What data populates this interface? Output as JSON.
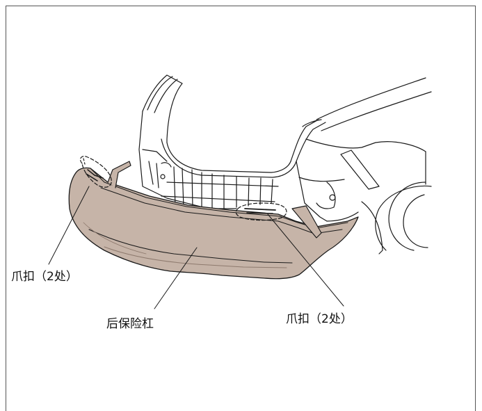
{
  "labels": {
    "clip_left": "爪扣（2处）",
    "bumper": "后保险杠",
    "clip_right": "爪扣（2处）"
  },
  "colors": {
    "bumper_fill": "#c6b4a8",
    "bumper_shade": "#a99589",
    "line": "#1a1a1a"
  }
}
